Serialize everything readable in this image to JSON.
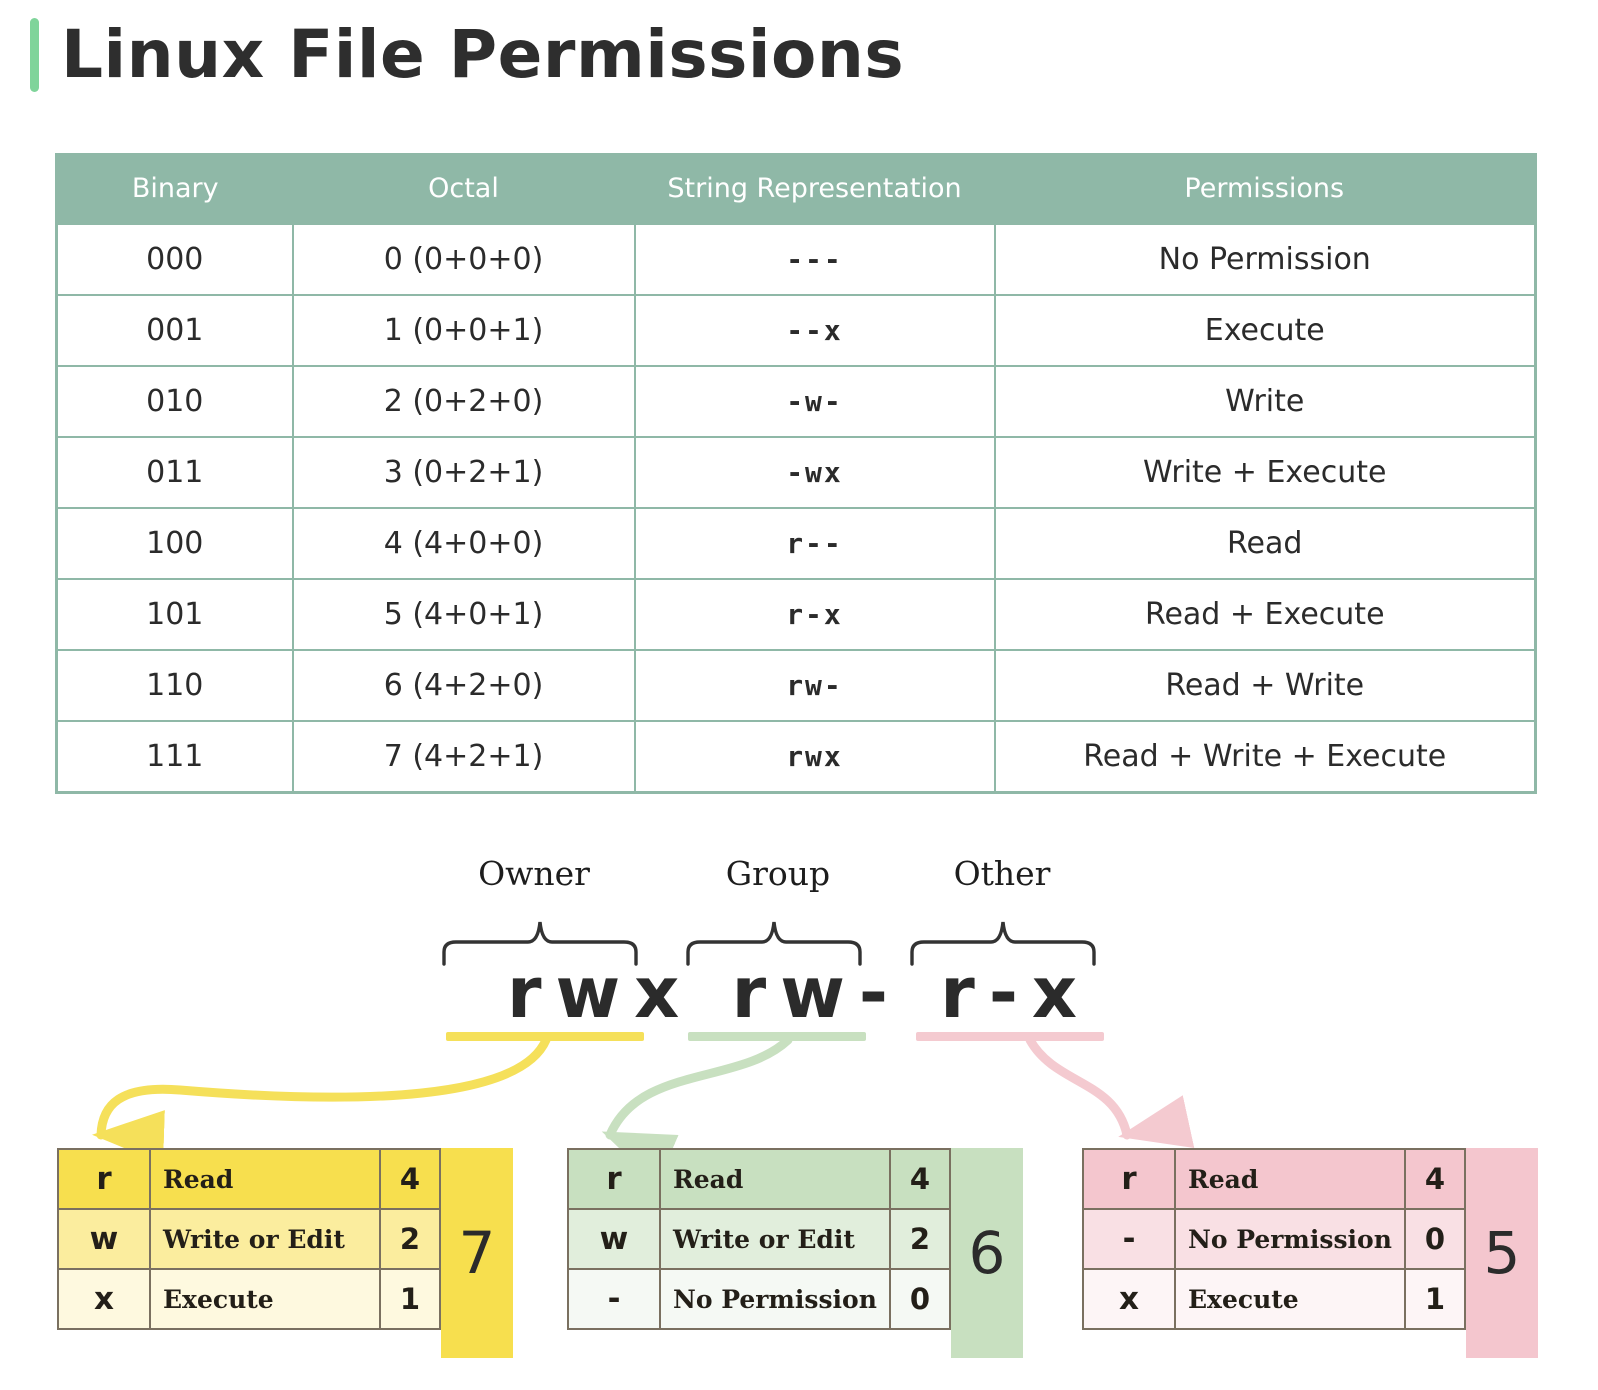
{
  "page": {
    "title": "Linux File Permissions",
    "accent_color": "#7FD49A"
  },
  "table": {
    "header_bg": "#8FB8A7",
    "border_color": "#8FB8A7",
    "columns": [
      "Binary",
      "Octal",
      "String Representation",
      "Permissions"
    ],
    "rows": [
      {
        "binary": "000",
        "octal": "0 (0+0+0)",
        "string": "---",
        "permissions": "No Permission"
      },
      {
        "binary": "001",
        "octal": "1 (0+0+1)",
        "string": "--x",
        "permissions": "Execute"
      },
      {
        "binary": "010",
        "octal": "2 (0+2+0)",
        "string": "-w-",
        "permissions": "Write"
      },
      {
        "binary": "011",
        "octal": "3 (0+2+1)",
        "string": "-wx",
        "permissions": "Write + Execute"
      },
      {
        "binary": "100",
        "octal": "4 (4+0+0)",
        "string": "r--",
        "permissions": "Read"
      },
      {
        "binary": "101",
        "octal": "5 (4+0+1)",
        "string": "r-x",
        "permissions": "Read + Execute"
      },
      {
        "binary": "110",
        "octal": "6 (4+2+0)",
        "string": "rw-",
        "permissions": "Read + Write"
      },
      {
        "binary": "111",
        "octal": "7 (4+2+1)",
        "string": "rwx",
        "permissions": "Read + Write + Execute"
      }
    ]
  },
  "diagram": {
    "groups": [
      {
        "label": "Owner",
        "underline_color": "#F5E05A"
      },
      {
        "label": "Group",
        "underline_color": "#C8E0C0"
      },
      {
        "label": "Other",
        "underline_color": "#F4CAD0"
      }
    ],
    "permission_string": "rwx rw- r-x"
  },
  "detail_tables": [
    {
      "name": "owner",
      "accent": "#F7DF4E",
      "total": "7",
      "rows": [
        {
          "symbol": "r",
          "description": "Read",
          "value": "4"
        },
        {
          "symbol": "w",
          "description": "Write or Edit",
          "value": "2"
        },
        {
          "symbol": "x",
          "description": "Execute",
          "value": "1"
        }
      ]
    },
    {
      "name": "group",
      "accent": "#C8E0C0",
      "total": "6",
      "rows": [
        {
          "symbol": "r",
          "description": "Read",
          "value": "4"
        },
        {
          "symbol": "w",
          "description": "Write or Edit",
          "value": "2"
        },
        {
          "symbol": "-",
          "description": "No Permission",
          "value": "0"
        }
      ]
    },
    {
      "name": "other",
      "accent": "#F4C6CE",
      "total": "5",
      "rows": [
        {
          "symbol": "r",
          "description": "Read",
          "value": "4"
        },
        {
          "symbol": "-",
          "description": "No Permission",
          "value": "0"
        },
        {
          "symbol": "x",
          "description": "Execute",
          "value": "1"
        }
      ]
    }
  ]
}
